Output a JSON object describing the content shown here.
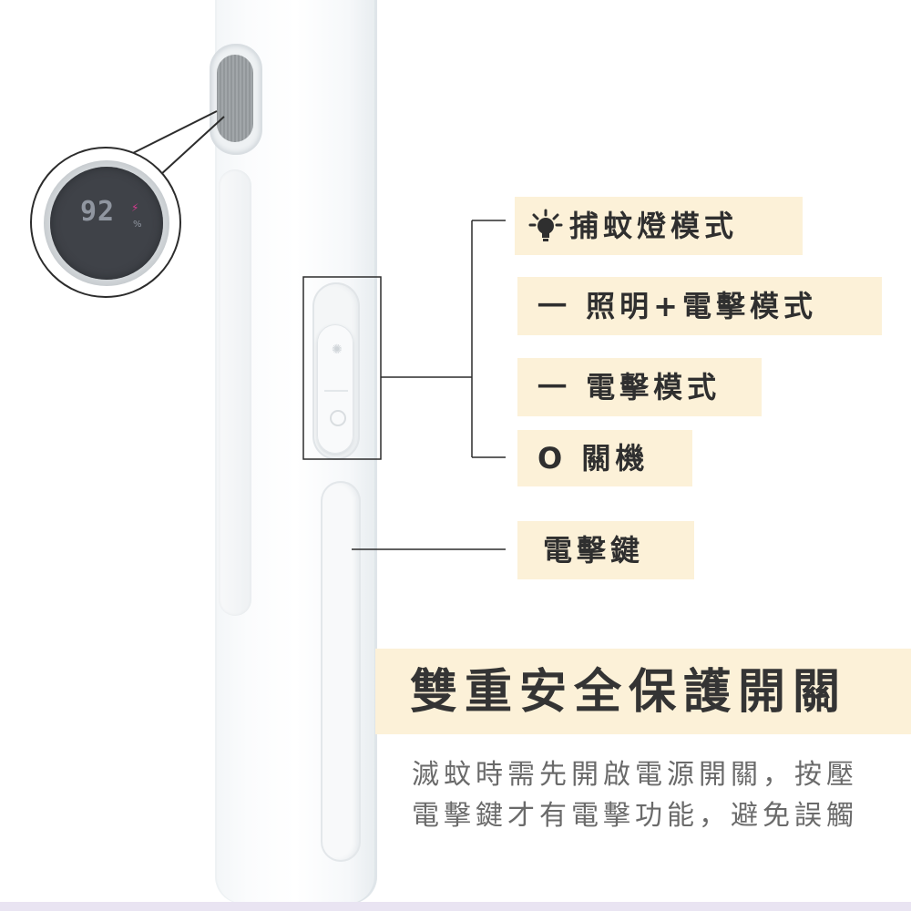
{
  "display": {
    "battery_value": "92",
    "battery_unit": "%",
    "charging_symbol": "⚡"
  },
  "labels": {
    "mode_bug_lamp": "捕蚊燈模式",
    "mode_light_zap": "一 照明+電擊模式",
    "mode_zap": "一 電擊模式",
    "mode_off": "O 關機",
    "zap_key": "電擊鍵"
  },
  "icons": {
    "bug_lamp_mode": "lightbulb-icon"
  },
  "feature": {
    "headline": "雙重安全保護開關",
    "description": "滅蚊時需先開啟電源開關，按壓電擊鍵才有電擊功能，避免誤觸"
  },
  "colors": {
    "label_background": "#fcf1d8",
    "label_text": "#2f2f2f",
    "description_text": "#6a6a6a",
    "charging_icon": "#d63a8f",
    "connector_lines": "#2c2c2c"
  }
}
